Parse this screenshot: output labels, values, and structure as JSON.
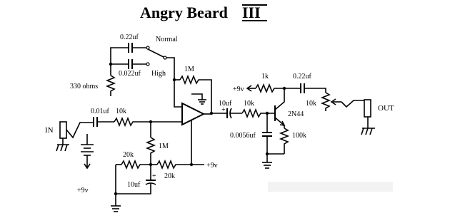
{
  "title": "Angry Beard",
  "title_numeral": "III",
  "labels": {
    "cap_022_top": "0.22uf",
    "switch_normal": "Normal",
    "switch_high": "High",
    "cap_0022": "0.022uf",
    "res_330": "330 ohms",
    "res_1m_fb": "1M",
    "cap_001": "0.01uf",
    "res_10k_in": "10k",
    "in": "IN",
    "res_1m_bias": "1M",
    "res_20k_left": "20k",
    "res_20k_right": "20k",
    "plus9_opamp": "+9v",
    "cap_10uf_bias": "10uf",
    "plus9_batt": "+9v",
    "cap_10uf_out": "10uf",
    "res_10k_base": "10k",
    "res_1k": "1k",
    "plus9_coll": "+9v",
    "cap_022_out": "0.22uf",
    "pot_10k": "10k",
    "transistor": "2N44",
    "cap_00056": "0.0056uf",
    "res_100k": "100k",
    "out": "OUT",
    "plus_sign_1": "+",
    "plus_sign_2": "+"
  }
}
